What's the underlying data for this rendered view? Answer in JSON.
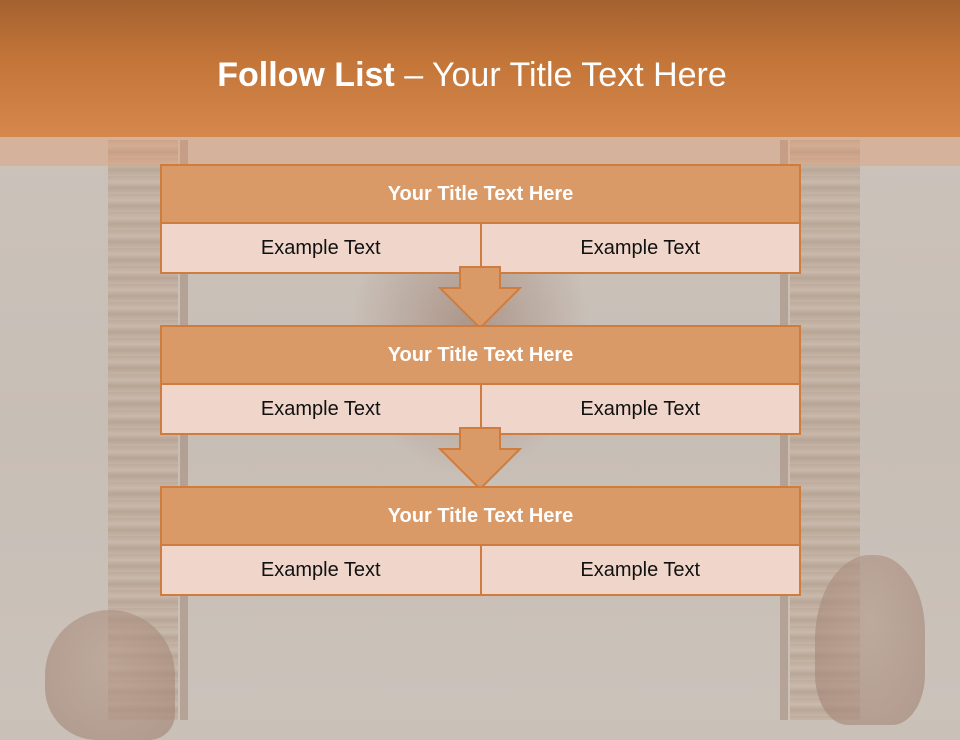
{
  "slide": {
    "title_bold": "Follow List",
    "title_rest": " – Your Title Text Here",
    "accent_color": "#d99a67",
    "border_color": "#cf7c3f"
  },
  "blocks": [
    {
      "title": "Your Title Text Here",
      "left_text": "Example Text",
      "right_text": "Example Text"
    },
    {
      "title": "Your Title Text Here",
      "left_text": "Example Text",
      "right_text": "Example Text"
    },
    {
      "title": "Your Title Text Here",
      "left_text": "Example Text",
      "right_text": "Example Text"
    }
  ]
}
